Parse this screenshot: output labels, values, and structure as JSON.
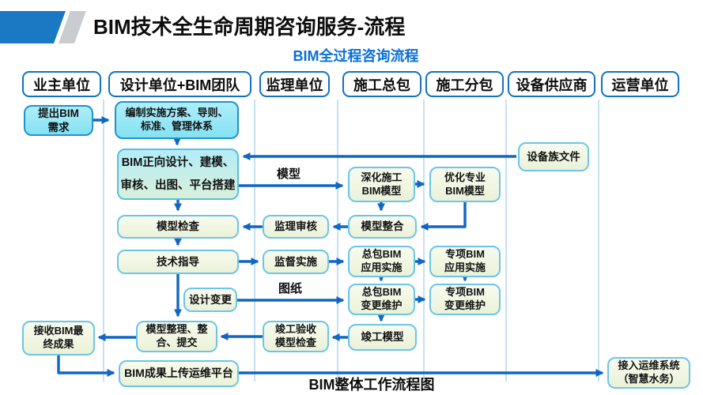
{
  "title": "BIM技术全生命周期咨询服务-流程",
  "subtitle": "BIM全过程咨询流程",
  "caption": "BIM整体工作流程图",
  "lanes": [
    {
      "label": "业主单位"
    },
    {
      "label": "设计单位+BIM团队"
    },
    {
      "label": "监理单位"
    },
    {
      "label": "施工总包"
    },
    {
      "label": "施工分包"
    },
    {
      "label": "设备供应商"
    },
    {
      "label": "运营单位"
    }
  ],
  "nodes": {
    "propose": {
      "text": "提出BIM\n需求"
    },
    "plan": {
      "text": "编制实施方案、导则、\n标准、管理体系"
    },
    "forward": {
      "text": "BIM正向设计、建模、\n审核、出图、平台搭建"
    },
    "family_file": {
      "text": "设备族文件"
    },
    "deepen": {
      "text": "深化施工\nBIM模型"
    },
    "optimize": {
      "text": "优化专业\nBIM模型"
    },
    "model_check": {
      "text": "模型检查"
    },
    "supervision_review": {
      "text": "监理审核"
    },
    "model_integrate": {
      "text": "模型整合"
    },
    "tech_guidance": {
      "text": "技术指导"
    },
    "supervise_impl": {
      "text": "监督实施"
    },
    "gc_apply": {
      "text": "总包BIM\n应用实施"
    },
    "special_apply": {
      "text": "专项BIM\n应用实施"
    },
    "design_change": {
      "text": "设计变更"
    },
    "gc_change": {
      "text": "总包BIM\n变更维护"
    },
    "special_change": {
      "text": "专项BIM\n变更维护"
    },
    "receive": {
      "text": "接收BIM最\n终成果"
    },
    "tidy": {
      "text": "模型整理、整\n合、提交"
    },
    "completion_check": {
      "text": "竣工验收\n模型检查"
    },
    "asbuilt_model": {
      "text": "竣工模型"
    },
    "upload": {
      "text": "BIM成果上传运维平台"
    },
    "om_system": {
      "text": "接入运维系统\n（智慧水务）"
    }
  },
  "edge_labels": {
    "model": "模型",
    "drawing": "图纸"
  },
  "colors": {
    "arrow_blue": "#1165c5",
    "accent_blue": "#1b78c3",
    "accent_gray": "#c9cdd2",
    "subtitle_blue": "#0a6fd6",
    "header_border": "#1172c2",
    "cyan_fill": "#8ce8f5",
    "pale_fill": "#f1f6e2",
    "lane_line": "#aed3f0"
  }
}
